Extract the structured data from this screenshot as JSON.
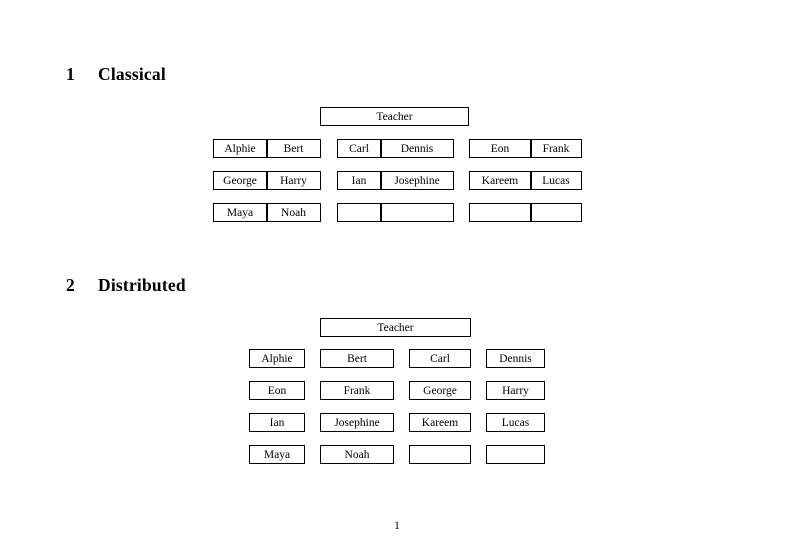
{
  "document": {
    "page_number": "1"
  },
  "sections": [
    {
      "number": "1",
      "title": "Classical",
      "teacher": "Teacher",
      "groups": [
        {
          "rows": [
            [
              "Alphie",
              "Bert"
            ],
            [
              "George",
              "Harry"
            ],
            [
              "Maya",
              "Noah"
            ]
          ]
        },
        {
          "rows": [
            [
              "Carl",
              "Dennis"
            ],
            [
              "Ian",
              "Josephine"
            ],
            [
              "",
              ""
            ]
          ]
        },
        {
          "rows": [
            [
              "Eon",
              "Frank"
            ],
            [
              "Kareem",
              "Lucas"
            ],
            [
              "",
              ""
            ]
          ]
        }
      ]
    },
    {
      "number": "2",
      "title": "Distributed",
      "teacher": "Teacher",
      "rows": [
        [
          "Alphie",
          "Bert",
          "Carl",
          "Dennis"
        ],
        [
          "Eon",
          "Frank",
          "George",
          "Harry"
        ],
        [
          "Ian",
          "Josephine",
          "Kareem",
          "Lucas"
        ],
        [
          "Maya",
          "Noah",
          "",
          ""
        ]
      ]
    }
  ]
}
